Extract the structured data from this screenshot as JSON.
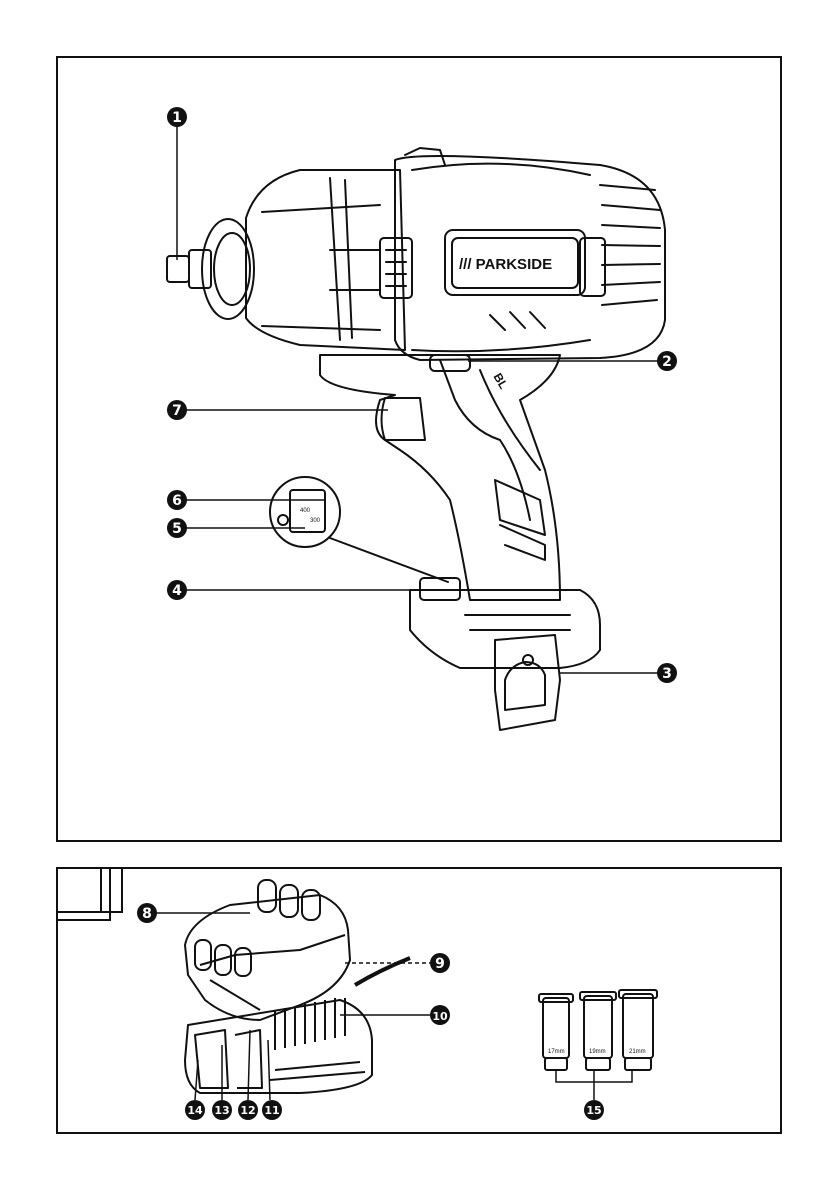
{
  "brand": "/// PARKSIDE",
  "model_mark": "BL",
  "selector_values": [
    "400",
    "300"
  ],
  "socket_sizes": [
    "17mm",
    "19mm",
    "21mm"
  ],
  "callouts_top": [
    "1",
    "2",
    "3",
    "4",
    "5",
    "6",
    "7"
  ],
  "callouts_bottom": [
    "8",
    "9",
    "10",
    "11",
    "12",
    "13",
    "14",
    "15"
  ],
  "colors": {
    "line": "#111111",
    "badge": "#111111",
    "background": "#ffffff"
  }
}
